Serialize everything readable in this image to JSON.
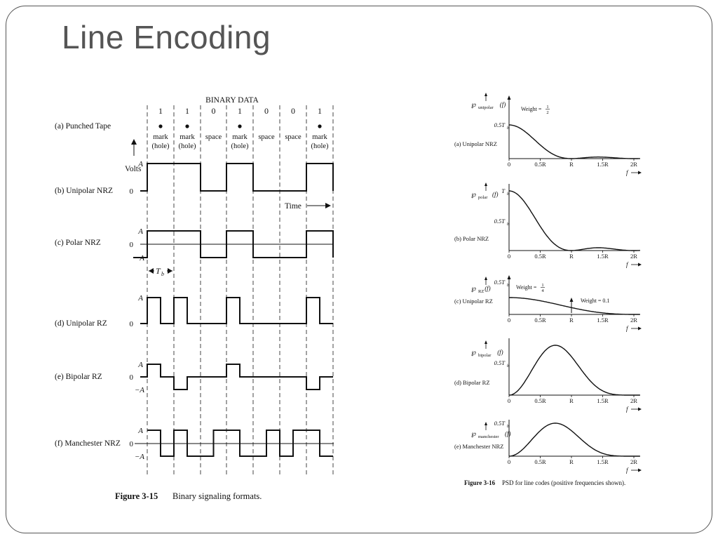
{
  "slide": {
    "title": "Line Encoding"
  },
  "fig15": {
    "header": "BINARY DATA",
    "bits": [
      "1",
      "1",
      "0",
      "1",
      "0",
      "0",
      "1"
    ],
    "tape_label": "(a)  Punched Tape",
    "cells": [
      [
        "mark",
        "(hole)"
      ],
      [
        "mark",
        "(hole)"
      ],
      [
        "space",
        ""
      ],
      [
        "mark",
        "(hole)"
      ],
      [
        "space",
        ""
      ],
      [
        "space",
        ""
      ],
      [
        "mark",
        "(hole)"
      ]
    ],
    "volts": "Volts",
    "time": "Time",
    "tb": "T",
    "tb_sub": "b",
    "rows": [
      {
        "label": "(b)  Unipolar NRZ"
      },
      {
        "label": "(c)  Polar NRZ"
      },
      {
        "label": "(d)  Unipolar RZ"
      },
      {
        "label": "(e) Bipolar RZ"
      },
      {
        "label": "(f) Manchester NRZ"
      }
    ],
    "level_A": "A",
    "level_0": "0",
    "level_negA": "−A",
    "caption_bold": "Figure 3-15",
    "caption": "Binary signaling formats."
  },
  "fig16": {
    "panels": [
      {
        "label": "(a) Unipolar NRZ",
        "psd": "unipolar",
        "note": "Weight = ",
        "note_frac": [
          "1",
          "2"
        ],
        "y1": "0.5T",
        "y2": ""
      },
      {
        "label": "(b) Polar NRZ",
        "psd": "polar",
        "note": "",
        "note_frac": [],
        "y1": "T",
        "y2": "0.5T"
      },
      {
        "label": "(c) Unipolar RZ",
        "psd": "RZ",
        "note": "Weight = ",
        "note_frac": [
          "1",
          "4"
        ],
        "note2": "Weight = 0.1",
        "y1": "0.5T",
        "y2": ""
      },
      {
        "label": "(d) Bipolar RZ",
        "psd": "bipolar",
        "note": "",
        "note_frac": [],
        "y1": "0.5T",
        "y2": ""
      },
      {
        "label": "(e) Manchester NRZ",
        "psd": "manchester",
        "note": "",
        "note_frac": [],
        "y1": "0.5T",
        "y2": ""
      }
    ],
    "x_ticks": [
      "0",
      "0.5R",
      "R",
      "1.5R",
      "2R"
    ],
    "f_label": "f",
    "caption_bold": "Figure 3-16",
    "caption": "PSD for line codes (positive frequencies shown)."
  }
}
